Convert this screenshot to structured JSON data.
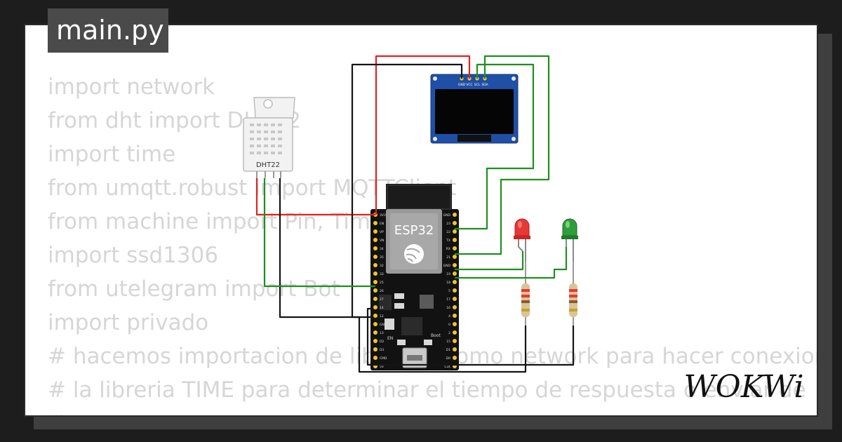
{
  "title": "main.py",
  "code_lines": [
    "import network",
    "from dht import DHT22",
    "import time",
    "from umqtt.robust import MQTTClient",
    "from machine import Pin, Timer",
    "import ssd1306",
    "from utelegram import Bot",
    "import privado",
    "# hacemos importacion de librerias como network para hacer conexion",
    "# la libreria TIME para determinar el tiempo de respuesta o enviar de",
    "# ..."
  ],
  "components": {
    "dht22_label": "DHT22",
    "esp32_label": "ESP32",
    "oled_pins": [
      "GND",
      "VCC",
      "SCL",
      "SDA"
    ],
    "esp32_left_pins": [
      "3V3",
      "EN",
      "VP",
      "VN",
      "34",
      "35",
      "32",
      "33",
      "25",
      "26",
      "27",
      "14",
      "12",
      "GND",
      "13",
      "D2",
      "D3",
      "CMD",
      "5V"
    ],
    "esp32_right_pins": [
      "GND",
      "23",
      "22",
      "TX",
      "RX",
      "21",
      "GND",
      "19",
      "18",
      "5",
      "17",
      "16",
      "4",
      "0",
      "2",
      "15",
      "D1",
      "D0",
      "CLK"
    ],
    "boot_label": "Boot",
    "en_label": "EN"
  },
  "led_colors": {
    "red": "#e53935",
    "green": "#2e9e3a"
  },
  "wire_colors": {
    "red": "#e62020",
    "green": "#1f8f1f",
    "black": "#141414"
  },
  "brand": "WOKWi"
}
